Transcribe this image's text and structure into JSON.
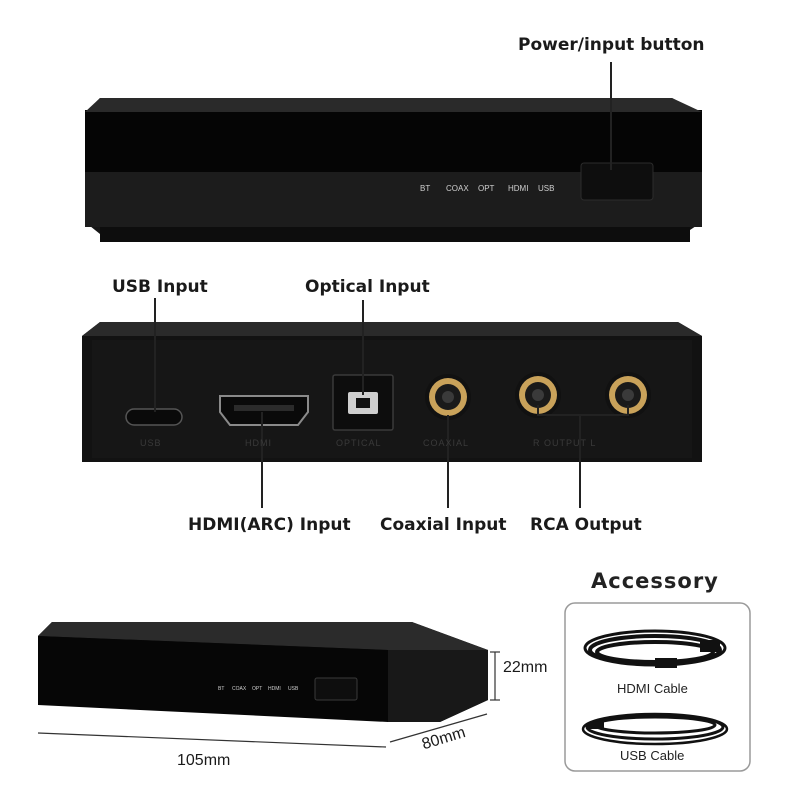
{
  "callouts": {
    "power_input_button": "Power/input button",
    "usb_input": "USB Input",
    "optical_input": "Optical Input",
    "hdmi_arc_input": "HDMI(ARC) Input",
    "coaxial_input": "Coaxial Input",
    "rca_output": "RCA Output"
  },
  "front_indicators": [
    "BT",
    "COAX",
    "OPT",
    "HDMI",
    "USB"
  ],
  "rear_port_labels": {
    "usb": "USB",
    "hdmi": "HDMI",
    "optical": "OPTICAL",
    "coaxial": "COAXIAL",
    "output": "R  OUTPUT  L"
  },
  "dimensions": {
    "height": "22mm",
    "width": "105mm",
    "depth": "80mm"
  },
  "accessory": {
    "title": "Accessory",
    "items": [
      "HDMI Cable",
      "USB Cable"
    ]
  },
  "colors": {
    "device_body": "#1b1b1b",
    "gold_connector": "#c9a25a",
    "accessory_border": "#9a9a9a"
  }
}
